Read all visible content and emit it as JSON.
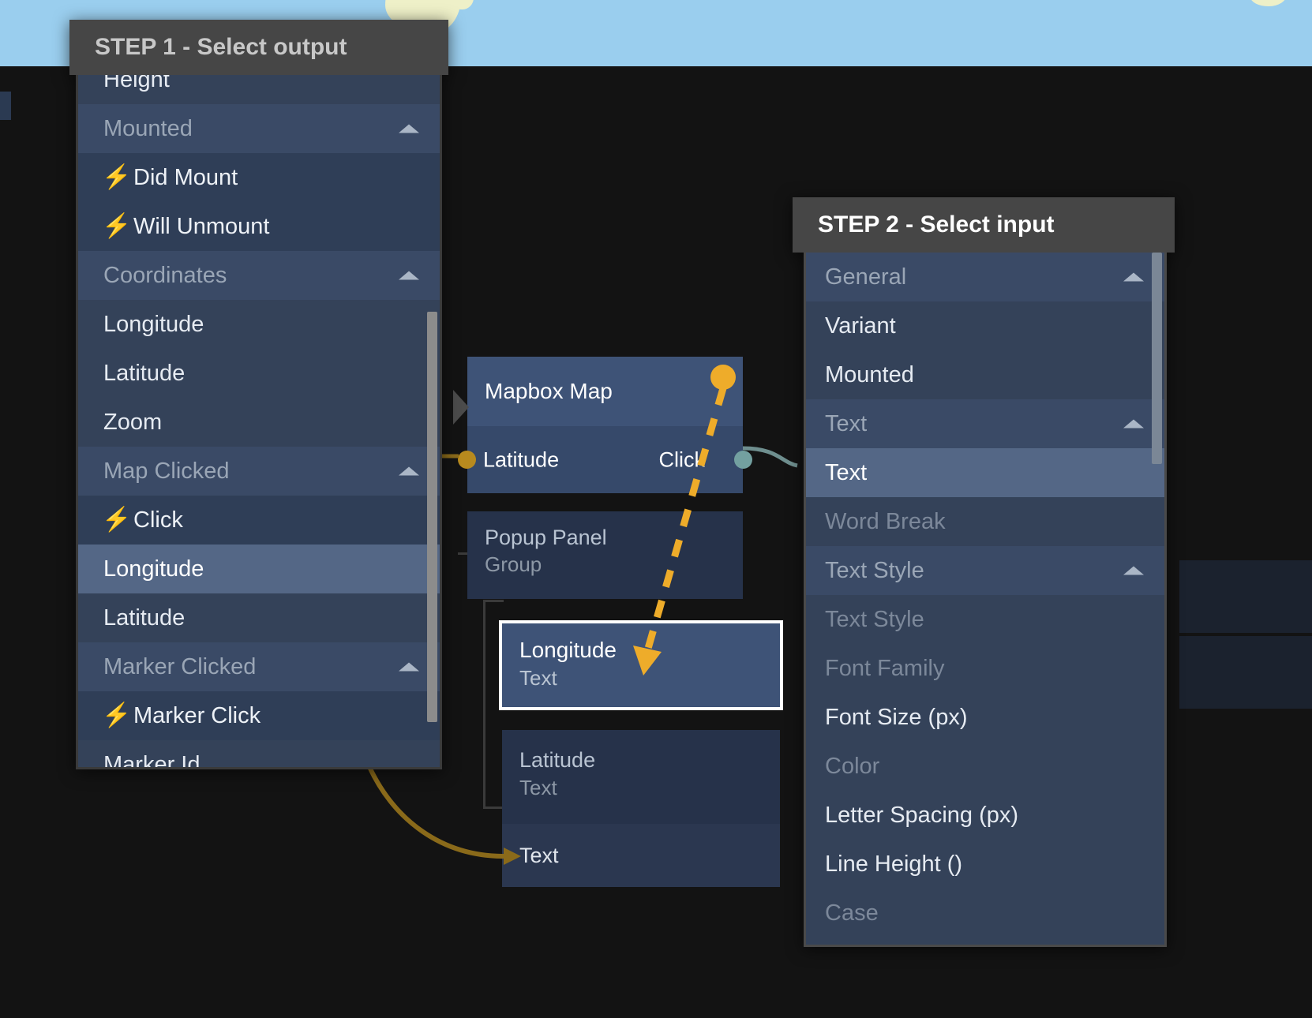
{
  "canvas": {
    "background_color": "#131313",
    "map_strip_color": "#9aceee",
    "land_color": "#eef0c8"
  },
  "nodes": {
    "group_node": {
      "label": "Group"
    },
    "mapbox_node": {
      "title": "Mapbox Map",
      "input_port_label": "Latitude",
      "output_port_label": "Click",
      "input_port_color": "#b88a1e",
      "output_port_color": "#73a0a0"
    },
    "popup_node": {
      "title": "Popup Panel",
      "subtitle": "Group"
    },
    "longitude_node": {
      "title": "Longitude",
      "subtitle": "Text",
      "selected": true
    },
    "latitude_node": {
      "title": "Latitude",
      "subtitle": "Text"
    },
    "text_node": {
      "label": "Text"
    }
  },
  "connection": {
    "drag_wire_color": "#eeac2a",
    "existing_wire_color": "#6f8f8f",
    "arrow_wire_color": "#8a6a1a"
  },
  "step1": {
    "title": "STEP 1 - Select output",
    "rows": [
      {
        "label": "Height",
        "type": "item",
        "icon": null
      },
      {
        "label": "Mounted",
        "type": "group",
        "icon": "chevron-up-icon"
      },
      {
        "label": "Did Mount",
        "type": "event",
        "icon": "bolt-icon"
      },
      {
        "label": "Will Unmount",
        "type": "event",
        "icon": "bolt-icon"
      },
      {
        "label": "Coordinates",
        "type": "group",
        "icon": "chevron-up-icon"
      },
      {
        "label": "Longitude",
        "type": "item",
        "icon": null
      },
      {
        "label": "Latitude",
        "type": "item",
        "icon": null
      },
      {
        "label": "Zoom",
        "type": "item",
        "icon": null
      },
      {
        "label": "Map Clicked",
        "type": "group",
        "icon": "chevron-up-icon"
      },
      {
        "label": "Click",
        "type": "event",
        "icon": "bolt-icon"
      },
      {
        "label": "Longitude",
        "type": "item",
        "icon": null,
        "selected": true
      },
      {
        "label": "Latitude",
        "type": "item",
        "icon": null
      },
      {
        "label": "Marker Clicked",
        "type": "group",
        "icon": "chevron-up-icon"
      },
      {
        "label": "Marker Click",
        "type": "event",
        "icon": "bolt-icon"
      },
      {
        "label": "Marker Id",
        "type": "item",
        "icon": null
      }
    ],
    "bolt_glyph": "⚡"
  },
  "step2": {
    "title": "STEP 2 - Select input",
    "rows": [
      {
        "label": "General",
        "type": "group",
        "icon": "chevron-up-icon"
      },
      {
        "label": "Variant",
        "type": "item"
      },
      {
        "label": "Mounted",
        "type": "item"
      },
      {
        "label": "Text",
        "type": "group",
        "icon": "chevron-up-icon"
      },
      {
        "label": "Text",
        "type": "item",
        "selected": true
      },
      {
        "label": "Word Break",
        "type": "item",
        "disabled": true
      },
      {
        "label": "Text Style",
        "type": "group",
        "icon": "chevron-up-icon"
      },
      {
        "label": "Text Style",
        "type": "item",
        "disabled": true
      },
      {
        "label": "Font Family",
        "type": "item",
        "disabled": true
      },
      {
        "label": "Font Size (px)",
        "type": "item"
      },
      {
        "label": "Color",
        "type": "item",
        "disabled": true
      },
      {
        "label": "Letter Spacing (px)",
        "type": "item"
      },
      {
        "label": "Line Height ()",
        "type": "item"
      },
      {
        "label": "Case",
        "type": "item",
        "disabled": true
      }
    ]
  }
}
